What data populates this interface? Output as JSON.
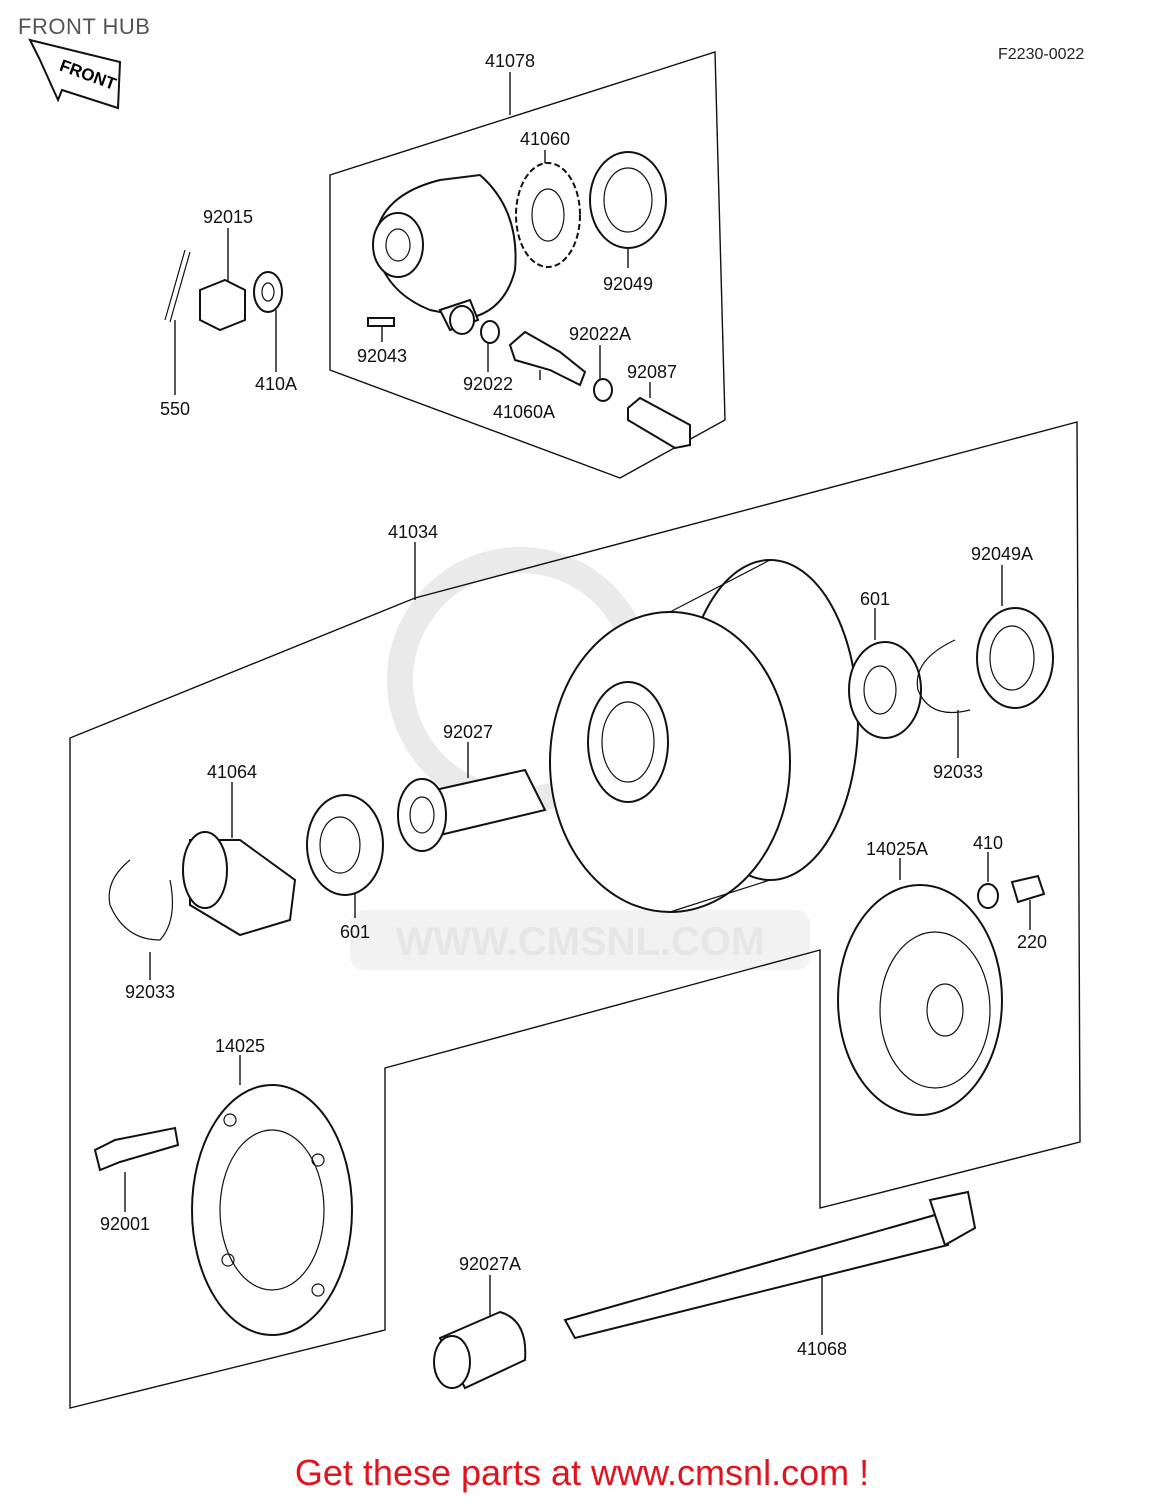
{
  "title": "FRONT HUB",
  "drawing_code": "F2230-0022",
  "front_arrow_label": "FRONT",
  "watermark": "WWW.CMSNL.COM",
  "footer": "Get these parts at www.cmsnl.com !",
  "footer_color": "#e0141e",
  "callouts": {
    "p41078": "41078",
    "p41060": "41060",
    "p92049": "92049",
    "p92015": "92015",
    "p550": "550",
    "p410A": "410A",
    "p92043": "92043",
    "p92022": "92022",
    "p92022A": "92022A",
    "p41060A": "41060A",
    "p92087": "92087",
    "p41034": "41034",
    "p92049A": "92049A",
    "p601a": "601",
    "p92033a": "92033",
    "p92027": "92027",
    "p41064": "41064",
    "p601b": "601",
    "p92033b": "92033",
    "p14025A": "14025A",
    "p410": "410",
    "p220": "220",
    "p14025": "14025",
    "p92001": "92001",
    "p92027A": "92027A",
    "p41068": "41068"
  }
}
